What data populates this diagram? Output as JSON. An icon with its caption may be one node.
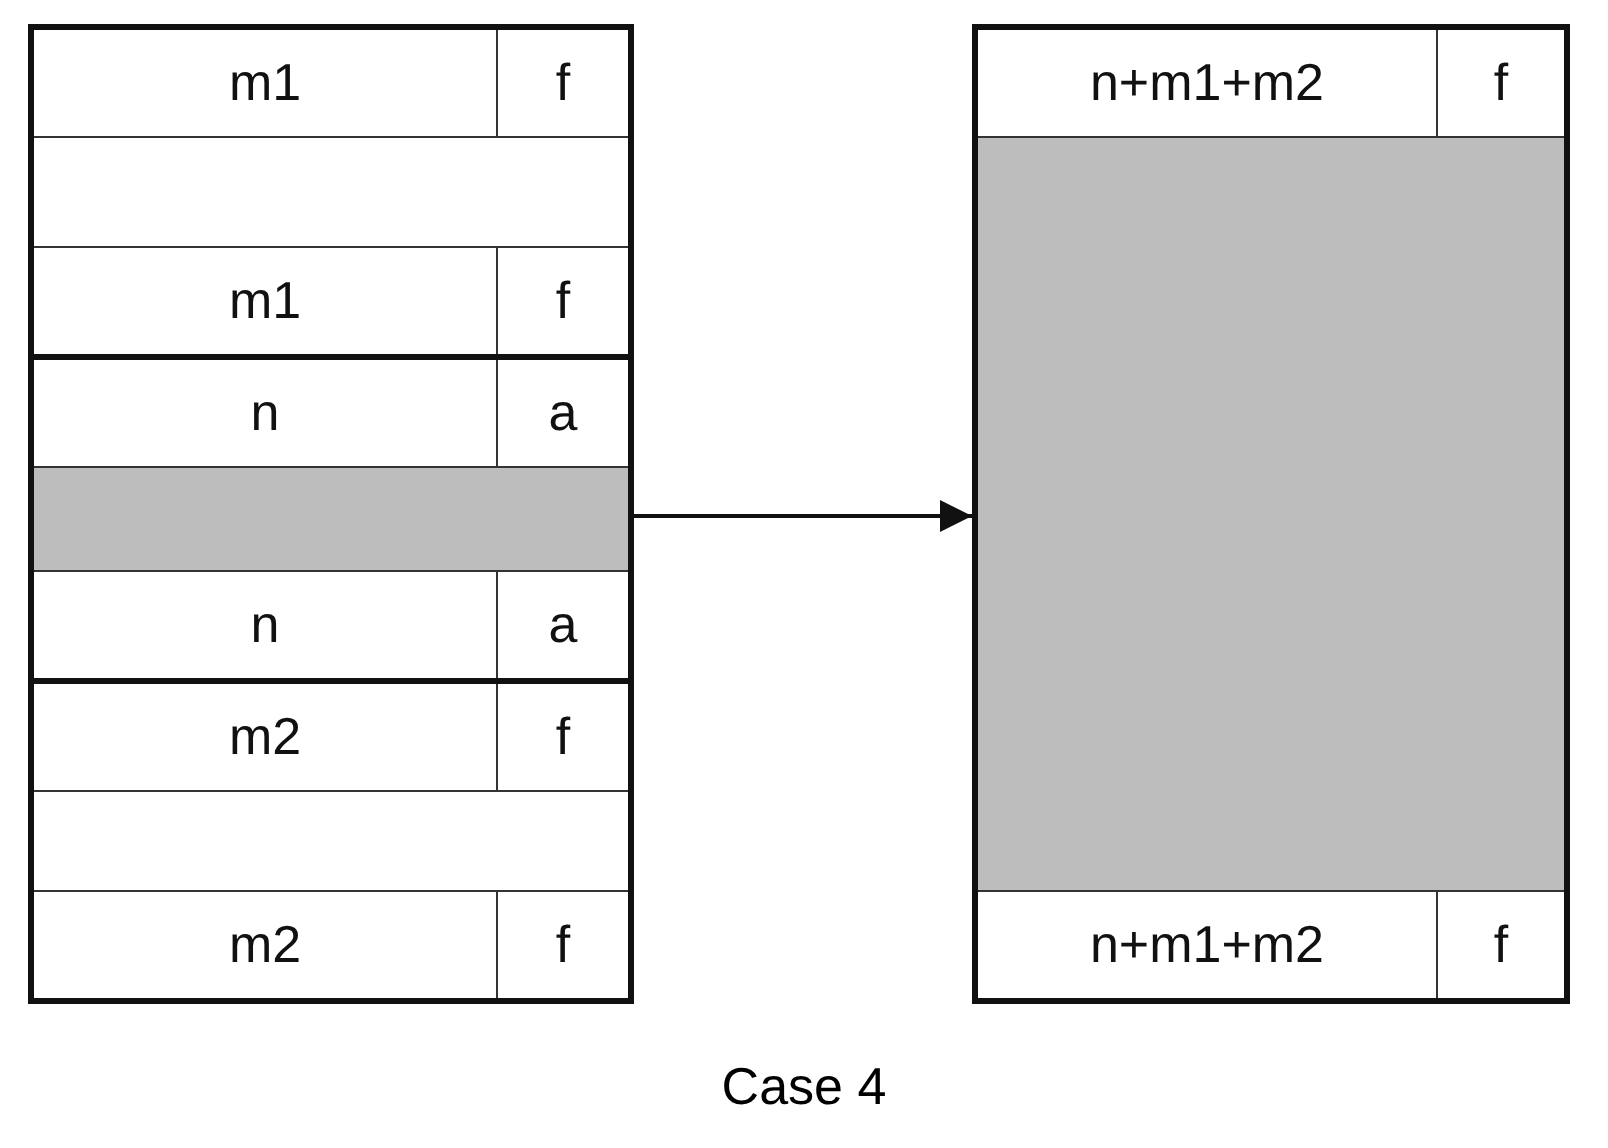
{
  "diagram": {
    "caption": "Case 4",
    "nodes": [
      {
        "text": [],
        "shape": "box"
      },
      {
        "text": [
          "m1",
          "f",
          "m1",
          "f"
        ],
        "in": 0
      },
      {
        "text": [
          "n",
          "a",
          "n",
          "a"
        ],
        "in": 0
      },
      {
        "text": [],
        "shape": "box",
        "in": 2
      },
      {
        "text": [
          "m2",
          "f",
          "m2",
          "f"
        ],
        "in": 0
      },
      {
        "text": [
          "n+m1+m2",
          "f",
          "n+m1+m2",
          "f"
        ]
      },
      {
        "text": [],
        "shape": "box",
        "in": 5
      }
    ],
    "edges": [
      {
        "from": 0,
        "to": 5,
        "arrow": "to"
      }
    ]
  }
}
